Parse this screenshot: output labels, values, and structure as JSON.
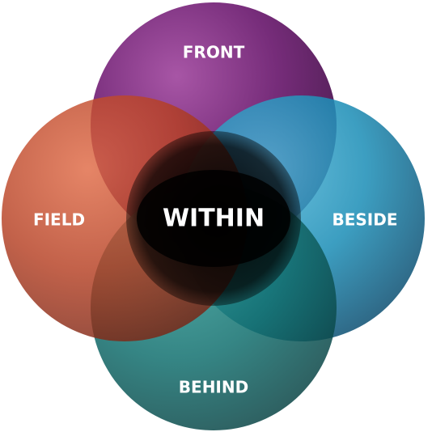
{
  "diagram": {
    "center_label": "WITHIN",
    "circles": [
      {
        "id": "front",
        "label": "FRONT",
        "color": "#6a1a6e",
        "highlight": "#a0479e",
        "shade": "#3f0b44"
      },
      {
        "id": "beside",
        "label": "BESIDE",
        "color": "#1a8db6",
        "highlight": "#52b6d8",
        "shade": "#0b4f72"
      },
      {
        "id": "behind",
        "label": "BEHIND",
        "color": "#12706f",
        "highlight": "#2f9a94",
        "shade": "#0a4546"
      },
      {
        "id": "field",
        "label": "FIELD",
        "color": "#b53f22",
        "highlight": "#e06a45",
        "shade": "#7a2413"
      }
    ],
    "center_color": "#000000"
  }
}
